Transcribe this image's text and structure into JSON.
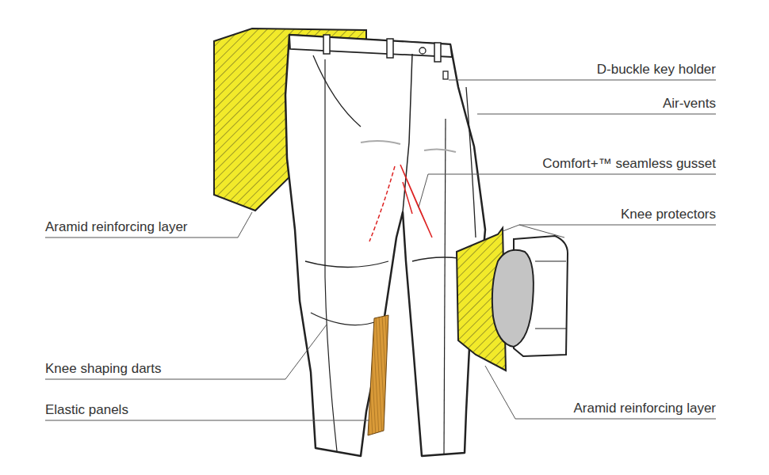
{
  "diagram": {
    "labels": [
      "D-buckle key holder",
      "Air-vents",
      "Comfort+™ seamless gusset",
      "Knee protectors",
      "Aramid reinforcing layer",
      "Knee shaping darts",
      "Elastic panels",
      "Aramid reinforcing layer"
    ]
  }
}
